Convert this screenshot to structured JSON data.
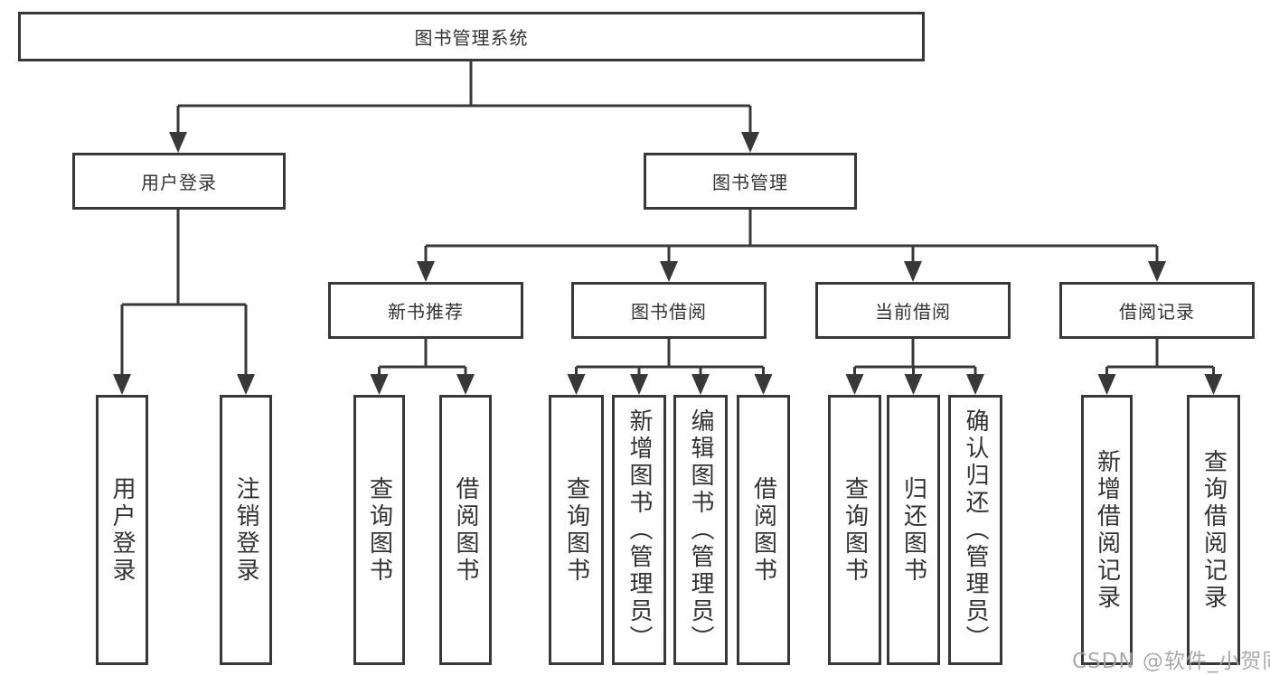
{
  "diagram": {
    "type": "hierarchy-tree",
    "colors": {
      "line": "#383838",
      "text": "#333333",
      "background": "#ffffff",
      "watermark": "#a4a4a4"
    },
    "tree": {
      "root": {
        "label": "图书管理系统",
        "children": [
          {
            "label": "用户登录",
            "children": [
              {
                "label": "用户登录"
              },
              {
                "label": "注销登录"
              }
            ]
          },
          {
            "label": "图书管理",
            "children": [
              {
                "label": "新书推荐",
                "children": [
                  {
                    "label": "查询图书"
                  },
                  {
                    "label": "借阅图书"
                  }
                ]
              },
              {
                "label": "图书借阅",
                "children": [
                  {
                    "label": "查询图书"
                  },
                  {
                    "label": "新增图书（管理员）"
                  },
                  {
                    "label": "编辑图书（管理员）"
                  },
                  {
                    "label": "借阅图书"
                  }
                ]
              },
              {
                "label": "当前借阅",
                "children": [
                  {
                    "label": "查询图书"
                  },
                  {
                    "label": "归还图书"
                  },
                  {
                    "label": "确认归还（管理员）"
                  }
                ]
              },
              {
                "label": "借阅记录",
                "children": [
                  {
                    "label": "新增借阅记录"
                  },
                  {
                    "label": "查询借阅记录"
                  }
                ]
              }
            ]
          }
        ]
      }
    },
    "watermark": {
      "text": "CSDN @软件_小贺同学"
    }
  }
}
